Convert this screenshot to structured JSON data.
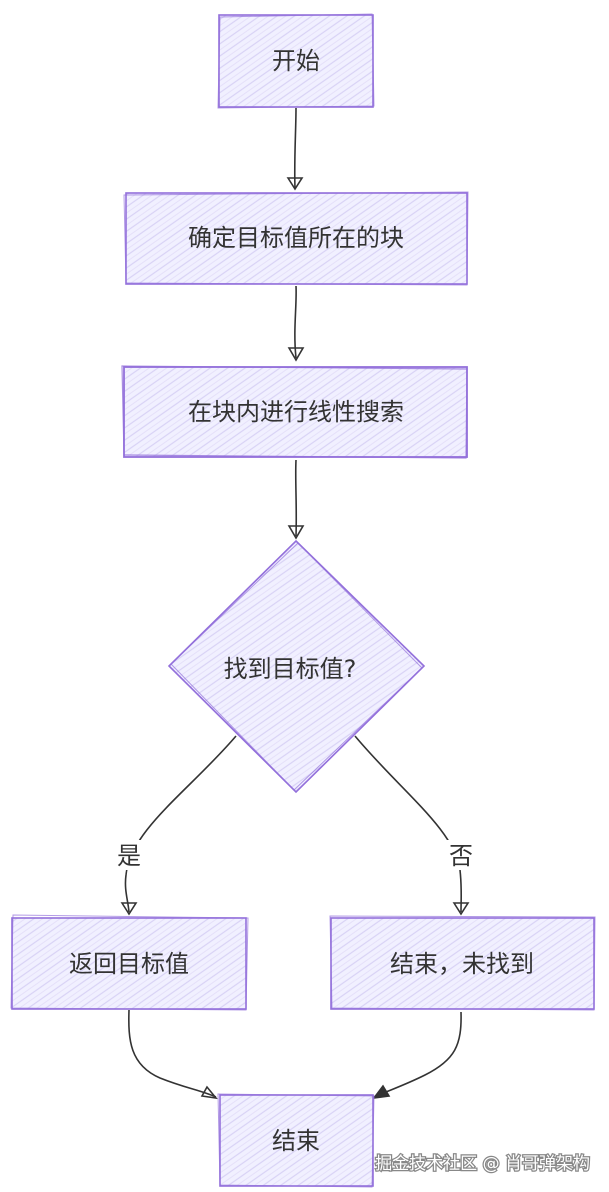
{
  "diagram": {
    "nodes": {
      "start": "开始",
      "locate_block": "确定目标值所在的块",
      "linear_search": "在块内进行线性搜索",
      "found_decision": "找到目标值?",
      "return_value": "返回目标值",
      "end_not_found": "结束，未找到",
      "end": "结束"
    },
    "edge_labels": {
      "yes": "是",
      "no": "否"
    },
    "colors": {
      "node_fill": "#ECECFF",
      "node_stroke": "#9370DB",
      "edge": "#333333",
      "text": "#333333"
    }
  },
  "watermark": "掘金技术社区 @ 肖哥弹架构"
}
